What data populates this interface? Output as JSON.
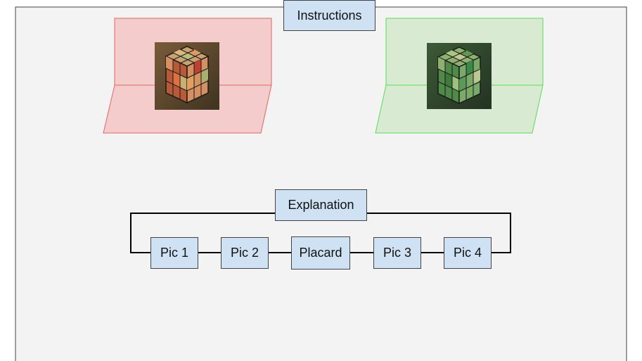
{
  "title": "Instructions",
  "explanation": "Explanation",
  "boxes": {
    "pic1": "Pic 1",
    "pic2": "Pic 2",
    "placard": "Placard",
    "pic3": "Pic 3",
    "pic4": "Pic 4"
  },
  "images": {
    "left": {
      "icon": "rubiks-cube-red-icon",
      "frame": "red-folded-frame"
    },
    "right": {
      "icon": "rubiks-cube-green-icon",
      "frame": "green-folded-frame"
    }
  },
  "colors": {
    "box_fill": "#cfe2f3",
    "box_border": "#434343",
    "panel_bg": "#f3f3f3",
    "red_frame_fill": "#f4cccc",
    "red_frame_stroke": "#e06666",
    "green_frame_fill": "#d9ead3",
    "green_frame_stroke": "#66e066"
  }
}
